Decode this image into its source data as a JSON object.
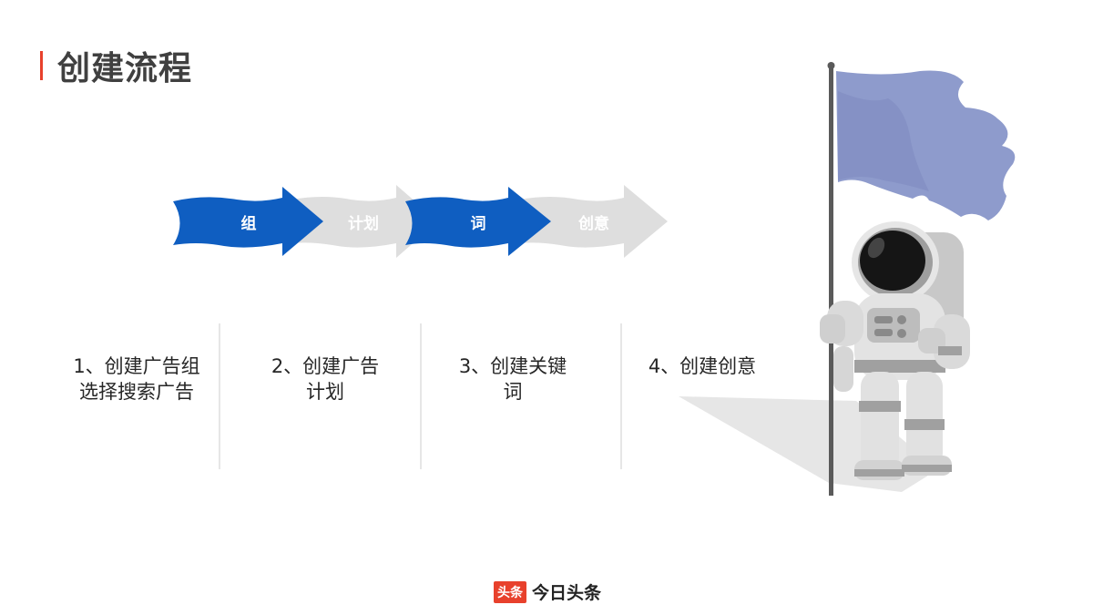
{
  "title": "创建流程",
  "flow": {
    "arrows": [
      {
        "label": "组",
        "color": "#0f5ec1"
      },
      {
        "label": "计划",
        "color": "#dedede"
      },
      {
        "label": "词",
        "color": "#0f5ec1"
      },
      {
        "label": "创意",
        "color": "#dedede"
      }
    ]
  },
  "steps": [
    {
      "line1": "1、创建广告组",
      "line2": "选择搜索广告"
    },
    {
      "line1": "2、创建广告",
      "line2": "计划"
    },
    {
      "line1": "3、创建关键",
      "line2": "词"
    },
    {
      "line1": "4、创建创意",
      "line2": ""
    }
  ],
  "footer": {
    "logo_box": "头条",
    "logo_text": "今日头条"
  },
  "colors": {
    "accent": "#e8412c",
    "primary_blue": "#0f5ec1",
    "flag": "#8e9bcc"
  },
  "icons": {
    "illustration": "astronaut-with-flag",
    "logo": "toutiao-logo"
  }
}
